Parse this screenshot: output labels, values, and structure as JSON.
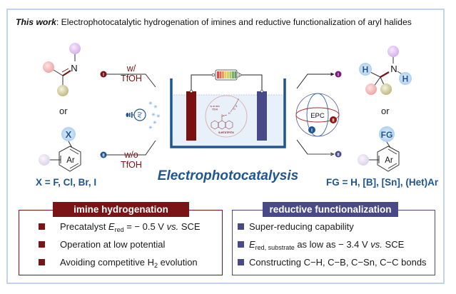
{
  "headline": {
    "lead": "This work",
    "text": ": Electrophotocatalytic hydrogenation of imines and reductive functionalization of aryl halides"
  },
  "colors": {
    "frame_border": "#c5d3ea",
    "imine_accent": "#7b1416",
    "reductive_accent": "#49498a",
    "title_blue": "#1f5591",
    "route_I_left": "#7b1416",
    "route_II_left": "#1f5591",
    "route_I_right": "#7a1a7a",
    "route_II_right": "#49498a"
  },
  "substrates": {
    "imine_atom_N": "N",
    "or_left": "or",
    "aryl_halide_X": "X",
    "aryl_ring_label": "Ar",
    "x_definition": "X = F, Cl, Br, I"
  },
  "conditions": {
    "route_I": {
      "marker": "I",
      "line1": "w/",
      "line2": "TfOH"
    },
    "route_II": {
      "marker": "II",
      "line1": "w/o",
      "line2": "TfOH"
    },
    "light_label": "hv"
  },
  "cell": {
    "inset_condition_line1": "w or w/o",
    "inset_condition_line2": "TfOH",
    "inset_catalyst": "9-HTXTF/TX",
    "inset_cf3_F": "F",
    "inset_sulfonyl": "S",
    "inset_O": "O",
    "inset_H": "H"
  },
  "title": "Electrophotocatalysis",
  "epc": {
    "label": "EPC",
    "marker_I": "I",
    "marker_II": "II"
  },
  "products": {
    "amine_atom_N": "N",
    "amine_H": "H",
    "or_right": "or",
    "aryl_FG": "FG",
    "aryl_ring_label": "Ar",
    "fg_definition": "FG = H, [B], [Sn], (Het)Ar",
    "marker_I": "I",
    "marker_II": "II"
  },
  "panels": {
    "imine": {
      "title": "imine hydrogenation",
      "bullets": [
        {
          "pre": "Precatalyst ",
          "var": "E",
          "sub": "red",
          "post": " = − 0.5 V ",
          "vs": "vs.",
          "tail": " SCE"
        },
        {
          "text": "Operation at low potential"
        },
        {
          "pre": "Avoiding competitive H",
          "sub": "2",
          "post": " evolution"
        }
      ]
    },
    "reductive": {
      "title": "reductive functionalization",
      "bullets": [
        {
          "text": "Super-reducing capability"
        },
        {
          "var": "E",
          "sub": "red, substrate",
          "post": " as low as − 3.4 V ",
          "vs": "vs.",
          "tail": " SCE"
        },
        {
          "text": "Constructing C−H, C−B, C−Sn, C−C bonds"
        }
      ]
    }
  }
}
